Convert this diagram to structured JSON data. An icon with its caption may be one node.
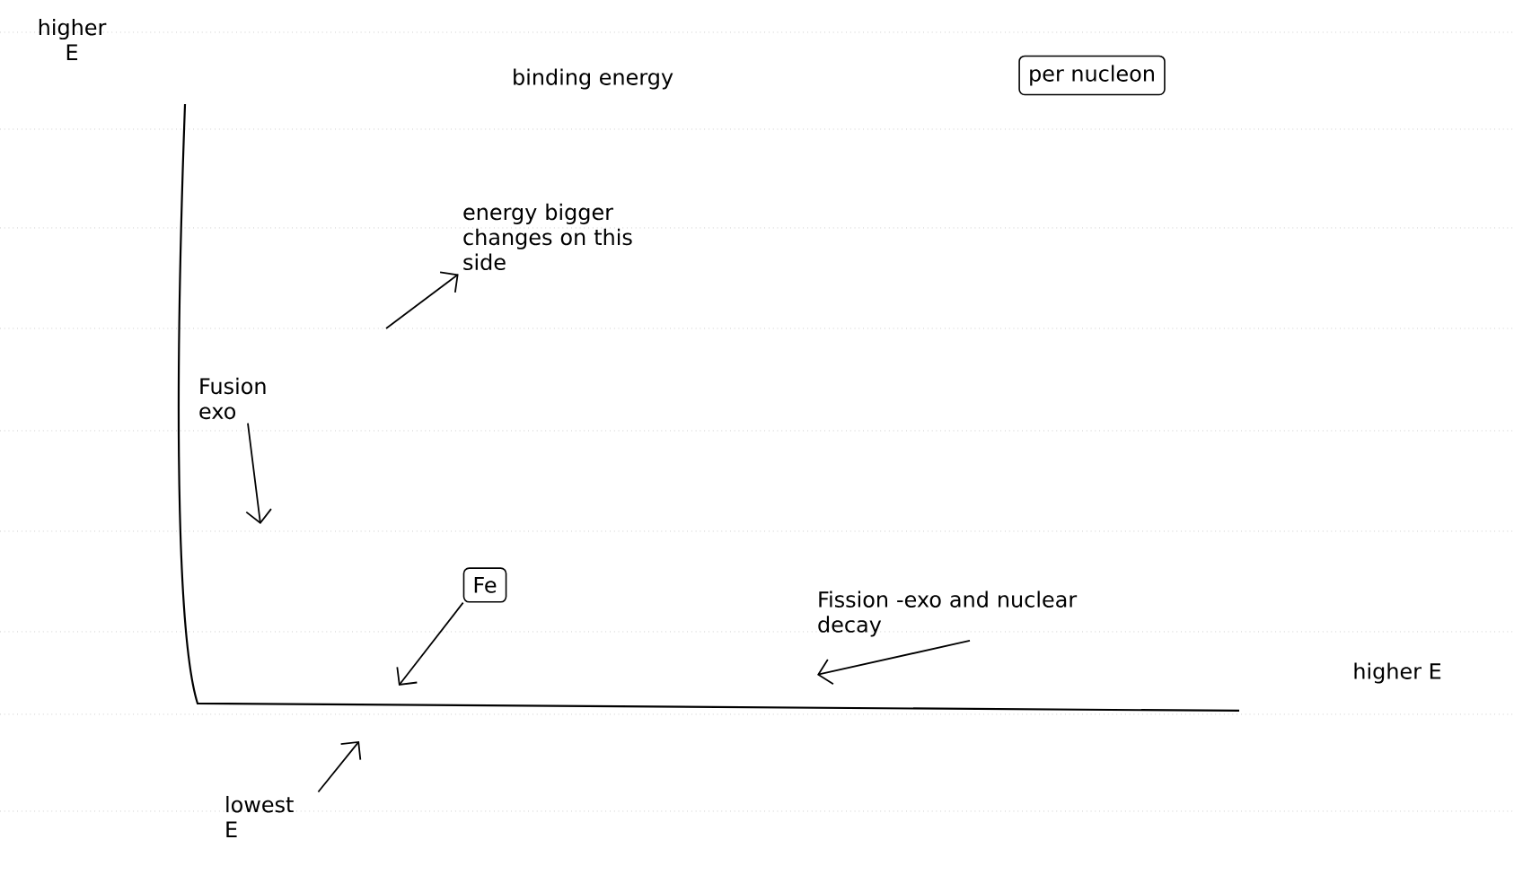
{
  "diagram": {
    "nodes": [
      {
        "text": [
          "energy bigger changes on this side"
        ]
      },
      {
        "text": [
          "Fusion exo"
        ]
      },
      {
        "text": [
          "Fe"
        ]
      },
      {
        "text": [
          "Fission -exo and nuclear decay"
        ]
      },
      {
        "text": [
          "lowest E"
        ]
      },
      {
        "text": [
          "per nucleon"
        ]
      }
    ],
    "edges": [
      {
        "from": null,
        "to": 0,
        "arrow": "to"
      },
      {
        "from": 1,
        "to": null,
        "arrow": "to"
      },
      {
        "from": 2,
        "to": null,
        "arrow": "to"
      },
      {
        "from": 3,
        "to": null,
        "arrow": "to"
      },
      {
        "from": 4,
        "to": null,
        "arrow": "to"
      }
    ],
    "labels": [
      "higher E",
      "binding energy",
      "higher E"
    ]
  }
}
